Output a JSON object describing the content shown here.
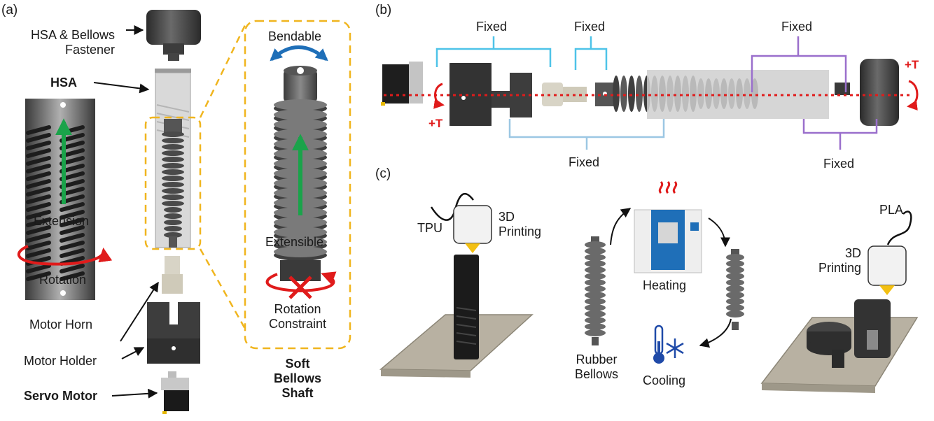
{
  "panel_labels": {
    "a": "(a)",
    "b": "(b)",
    "c": "(c)"
  },
  "panel_a": {
    "fastener": "HSA & Bellows\nFastener",
    "hsa": "HSA",
    "extension": "Extension",
    "rotation": "Rotation",
    "motor_horn": "Motor Horn",
    "motor_holder": "Motor Holder",
    "servo_motor": "Servo Motor",
    "bendable": "Bendable",
    "extensible": "Extensible",
    "rotation_constraint": "Rotation\nConstraint",
    "soft_bellows_shaft": "Soft\nBellows\nShaft"
  },
  "panel_b": {
    "fixed_labels": [
      "Fixed",
      "Fixed",
      "Fixed",
      "Fixed",
      "Fixed"
    ],
    "torque_left": "+T",
    "torque_right": "+T"
  },
  "panel_c": {
    "tpu": "TPU",
    "printing_left": "3D\nPrinting",
    "rubber_bellows": "Rubber\nBellows",
    "heating": "Heating",
    "cooling": "Cooling",
    "pla": "PLA",
    "printing_right": "3D\nPrinting"
  },
  "colors": {
    "yellow_dashed": "#f0b51e",
    "cyan_bracket": "#4ec3e8",
    "light_blue_bracket": "#9cc7e3",
    "purple_bracket": "#9a6fcc",
    "red_axis": "#e01b1b",
    "green_arrow": "#1aa34a",
    "blue_arrow": "#1f6fb8",
    "part_dark": "#3a3a3a",
    "build_plate": "#b8b1a2"
  }
}
